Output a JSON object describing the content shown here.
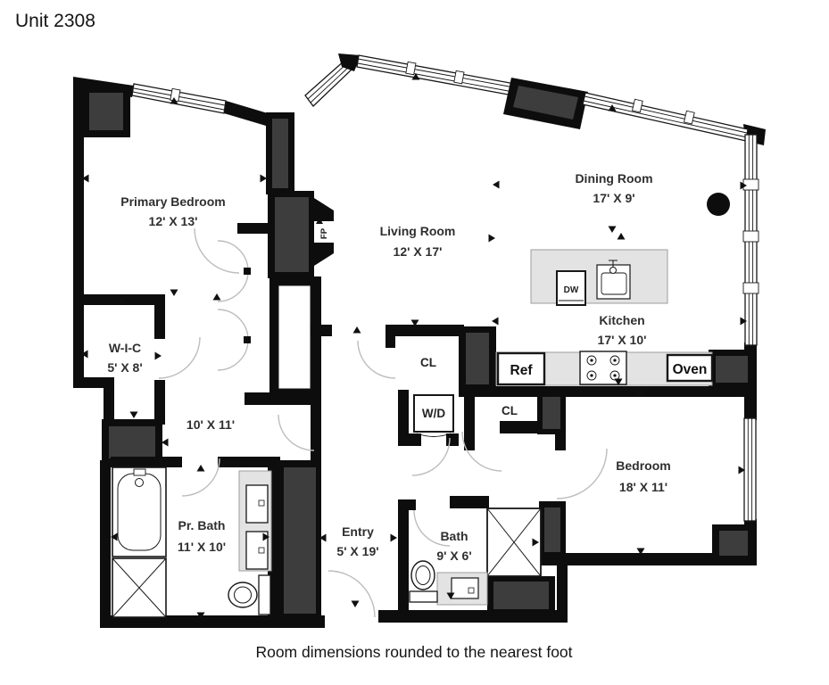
{
  "title": "Unit 2308",
  "caption": "Room dimensions rounded to the nearest foot",
  "rooms": {
    "primary_bedroom": {
      "name": "Primary Bedroom",
      "dims": "12' X 13'"
    },
    "living_room": {
      "name": "Living Room",
      "dims": "12' X 17'"
    },
    "dining_room": {
      "name": "Dining Room",
      "dims": "17' X 9'"
    },
    "kitchen": {
      "name": "Kitchen",
      "dims": "17' X 10'"
    },
    "bedroom": {
      "name": "Bedroom",
      "dims": "18' X 11'"
    },
    "wic": {
      "name": "W-I-C",
      "dims": "5' X 8'"
    },
    "hall": {
      "dims": "10' X 11'"
    },
    "primary_bath": {
      "name": "Pr. Bath",
      "dims": "11' X 10'"
    },
    "entry": {
      "name": "Entry",
      "dims": "5' X 19'"
    },
    "bath": {
      "name": "Bath",
      "dims": "9' X 6'"
    }
  },
  "fixtures": {
    "refrigerator": "Ref",
    "oven": "Oven",
    "dishwasher": "DW",
    "washer_dryer": "W/D",
    "fireplace": "FP",
    "closet_hall": "CL",
    "closet_bedroom": "CL"
  },
  "colors": {
    "wall": "#0d0d0d",
    "structure_fill": "#3d3d3d",
    "counter_fill": "#e3e3e3",
    "door_arc": "#bdbdbd",
    "text": "#2f2f2f",
    "background": "#ffffff"
  }
}
